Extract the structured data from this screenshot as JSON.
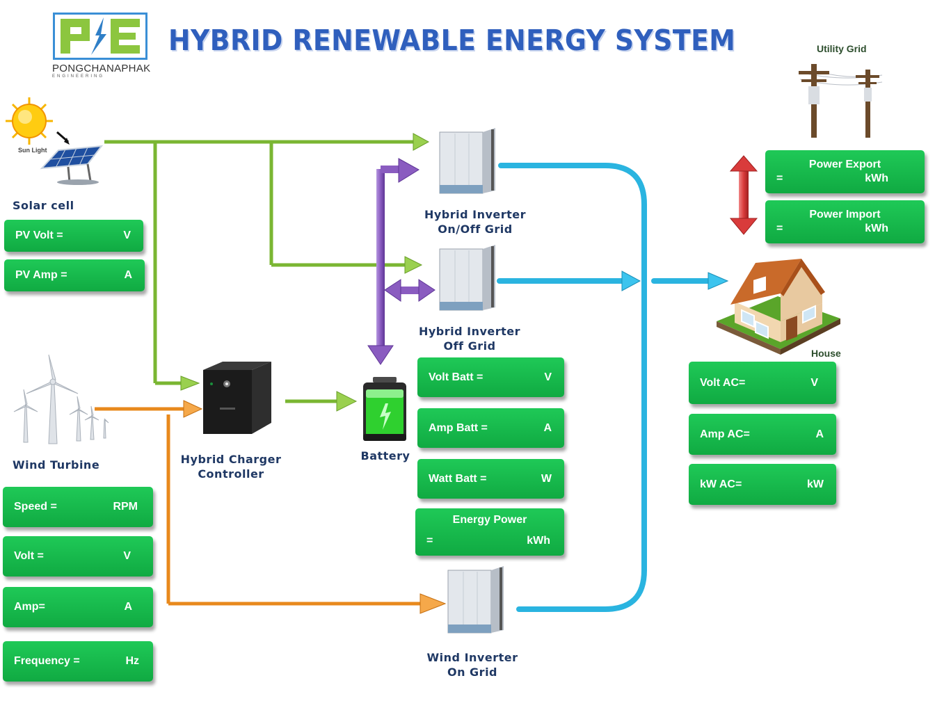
{
  "title": "HYBRID RENEWABLE ENERGY SYSTEM",
  "logo": {
    "name": "PONGCHANAPHAK",
    "sub": "ENGINEERING"
  },
  "utility_grid": "Utility Grid",
  "sun_light": "Sun Light",
  "solar": {
    "label": "Solar cell",
    "pv_volt": {
      "label": "PV  Volt =",
      "unit": "V"
    },
    "pv_amp": {
      "label": "PV  Amp =",
      "unit": "A"
    }
  },
  "wind": {
    "label": "Wind Turbine",
    "speed": {
      "label": "Speed =",
      "unit": "RPM"
    },
    "volt": {
      "label": "Volt =",
      "unit": "V"
    },
    "amp": {
      "label": "Amp=",
      "unit": "A"
    },
    "frequency": {
      "label": "Frequency =",
      "unit": "Hz"
    }
  },
  "hybrid_inverter_onoff": {
    "line1": "Hybrid Inverter",
    "line2": "On/Off Grid"
  },
  "hybrid_inverter_off": {
    "line1": "Hybrid Inverter",
    "line2": "Off Grid"
  },
  "charger": {
    "line1": "Hybrid Charger",
    "line2": "Controller"
  },
  "battery": {
    "label": "Battery",
    "volt": {
      "label": "Volt  Batt =",
      "unit": "V"
    },
    "amp": {
      "label": "Amp Batt =",
      "unit": "A"
    },
    "watt": {
      "label": "Watt  Batt =",
      "unit": "W"
    },
    "energy": {
      "title": "Energy Power",
      "eq": "=",
      "unit": "kWh"
    }
  },
  "wind_inverter": {
    "line1": "Wind Inverter",
    "line2": "On Grid"
  },
  "grid_meter": {
    "export": {
      "title": "Power Export",
      "eq": "=",
      "unit": "kWh"
    },
    "import": {
      "title": "Power Import",
      "eq": "=",
      "unit": "kWh"
    }
  },
  "house": {
    "label": "House",
    "volt": {
      "label": "Volt  AC=",
      "unit": "V"
    },
    "amp": {
      "label": "Amp AC=",
      "unit": "A"
    },
    "kw": {
      "label": "kW  AC=",
      "unit": "kW"
    }
  },
  "colors": {
    "solar_line": "#8cc63f",
    "wind_line": "#f39c2a",
    "battery_line": "#8a5cc0",
    "ac_line": "#2ab4e0",
    "grid_arrow": "#d93b3b",
    "box_green": "#15b64c",
    "label_blue": "#1f3864",
    "title_blue": "#2f5fbd"
  }
}
